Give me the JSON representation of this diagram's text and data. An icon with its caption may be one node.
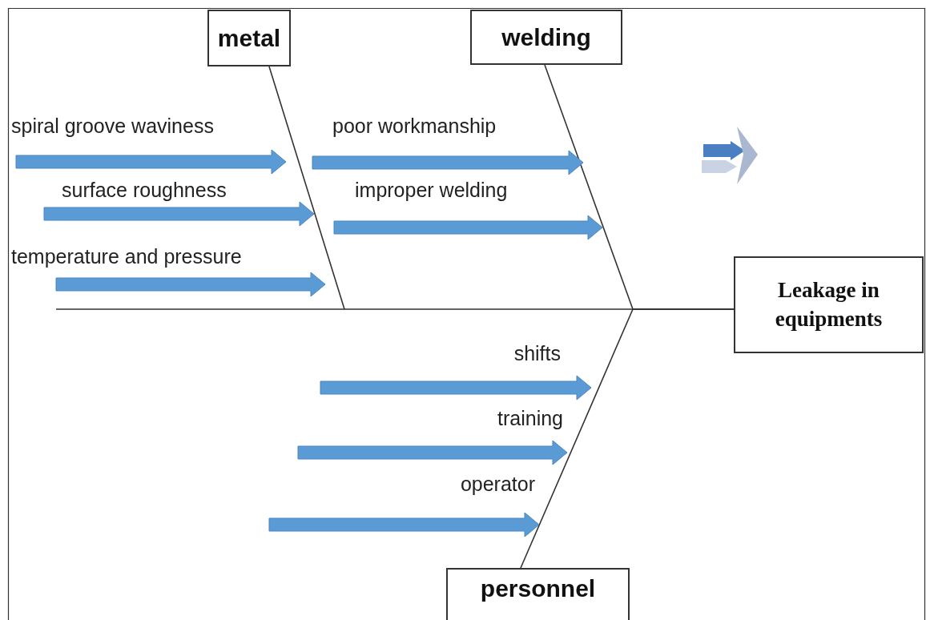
{
  "diagram": {
    "nodes": [
      {
        "text": [
          "metal"
        ]
      },
      {
        "text": [
          "welding"
        ]
      },
      {
        "text": [
          "Leakage in equipments"
        ]
      },
      {
        "text": [
          "personnel"
        ]
      }
    ],
    "edges": [
      {
        "from": 0,
        "to": 2,
        "arrow": "none"
      },
      {
        "from": 1,
        "to": 2,
        "arrow": "none"
      },
      {
        "from": 3,
        "to": 2,
        "arrow": "none"
      }
    ],
    "labels": [
      "spiral groove waviness",
      "poor workmanship",
      "surface roughness",
      "improper welding",
      "temperature and pressure",
      "shifts",
      "training",
      "operator"
    ]
  }
}
